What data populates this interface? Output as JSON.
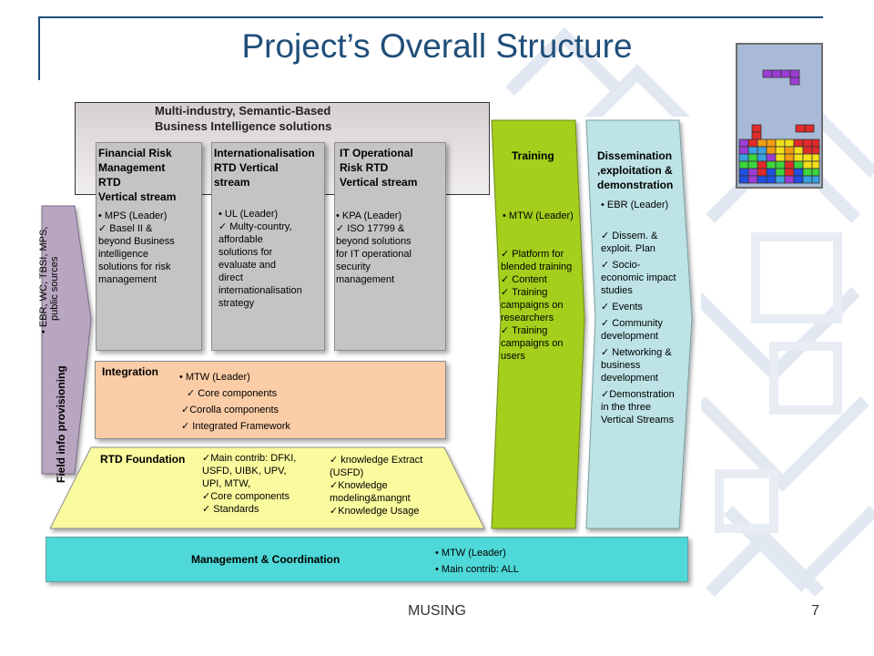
{
  "slide": {
    "title": "Project’s Overall Structure",
    "footer": "MUSING",
    "page_number": "7"
  },
  "colors": {
    "title": "#1f4e79",
    "stream_grey": "#c4c4c4",
    "integration": "#fbcda7",
    "rtd_foundation": "#fafa9e",
    "training": "#a4cf1d",
    "dissemination": "#bde3e6",
    "management": "#4ed8d8",
    "field_info": "#b8a6c1"
  },
  "header": {
    "line1": "Multi-industry, Semantic-Based",
    "line2": "Business Intelligence solutions"
  },
  "streams": [
    {
      "title": [
        "Financial Risk",
        "Management",
        "RTD",
        "Vertical stream"
      ],
      "leader": "• MPS (Leader)",
      "items": [
        "✓ Basel II &",
        "beyond Business",
        "intelligence",
        "solutions for risk",
        "management"
      ]
    },
    {
      "title": [
        "Internationalisation",
        "RTD Vertical",
        "stream"
      ],
      "leader": "• UL (Leader)",
      "items": [
        "✓ Multy-country,",
        "affordable",
        "solutions for",
        "evaluate and",
        "direct",
        "internationalisation",
        "strategy"
      ]
    },
    {
      "title": [
        "IT Operational",
        "Risk RTD",
        "Vertical stream"
      ],
      "leader": "• KPA (Leader)",
      "items": [
        "✓ ISO 17799 &",
        "beyond solutions",
        "for IT operational",
        "security",
        "management"
      ]
    }
  ],
  "integration": {
    "title": "Integration",
    "leader": "• MTW (Leader)",
    "items": [
      "✓ Core components",
      "✓Corolla components",
      "✓ Integrated Framework"
    ]
  },
  "rtd_foundation": {
    "title": "RTD Foundation",
    "col1": [
      "✓Main contrib: DFKI,",
      "USFD, UIBK, UPV,",
      "UPI, MTW,",
      "✓Core components",
      "✓ Standards"
    ],
    "col2": [
      "✓ knowledge Extract",
      "(USFD)",
      "✓Knowledge",
      "modeling&mangnt",
      "✓Knowledge Usage"
    ]
  },
  "field_info": {
    "title": "Field info provisioning",
    "bullet_lines": [
      "• EBR, WC, TBSI, MPS,",
      "public sources"
    ]
  },
  "training": {
    "title": "Training",
    "leader": "• MTW (Leader)",
    "items": [
      "✓ Platform for",
      "blended training",
      "✓ Content",
      "✓ Training",
      "campaigns on",
      "researchers",
      "✓ Training",
      "campaigns on",
      "users"
    ]
  },
  "dissemination": {
    "title": [
      "Dissemination",
      ",exploitation &",
      "demonstration"
    ],
    "leader": "• EBR (Leader)",
    "items": [
      "✓ Dissem. &",
      "exploit. Plan",
      "✓ Socio-",
      "economic impact",
      "studies",
      "✓ Events",
      "✓ Community",
      "development",
      "✓ Networking &",
      "business",
      "development",
      "✓Demonstration",
      "in the three",
      "Vertical Streams"
    ]
  },
  "management": {
    "title": "Management & Coordination",
    "items": [
      "• MTW (Leader)",
      "• Main contrib: ALL"
    ]
  }
}
